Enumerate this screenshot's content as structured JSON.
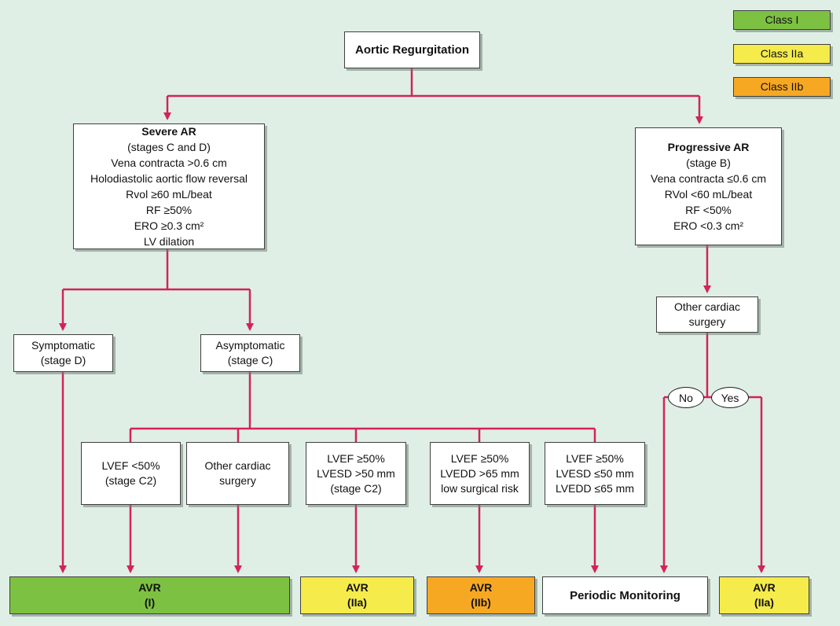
{
  "palette": {
    "background": "#E0EFE6",
    "connector_line": "#D2235A",
    "class_i_green": "#7DC142",
    "class_iia_yellow": "#F5EB4B",
    "class_iib_orange": "#F7A823",
    "box_border": "#3F3F3F"
  },
  "legend": {
    "items": [
      {
        "label": "Class I"
      },
      {
        "label": "Class IIa"
      },
      {
        "label": "Class IIb"
      }
    ]
  },
  "nodes": {
    "root": {
      "label": "Aortic Regurgitation"
    },
    "severe_ar": {
      "title": "Severe AR",
      "lines": [
        "(stages C and D)",
        "Vena contracta >0.6 cm",
        "Holodiastolic aortic flow reversal",
        "Rvol ≥60 mL/beat",
        "RF ≥50%",
        "ERO ≥0.3 cm²",
        "LV dilation"
      ]
    },
    "progressive_ar": {
      "title": "Progressive AR",
      "lines": [
        "(stage B)",
        "Vena contracta ≤0.6 cm",
        "RVol <60 mL/beat",
        "RF <50%",
        "ERO <0.3 cm²"
      ]
    },
    "symptomatic": {
      "lines": [
        "Symptomatic",
        "(stage D)"
      ]
    },
    "asymptomatic": {
      "lines": [
        "Asymptomatic",
        "(stage C)"
      ]
    },
    "other_cardiac_surgery_b": {
      "lines": [
        "Other cardiac",
        "surgery"
      ]
    },
    "lvef_low": {
      "lines": [
        "LVEF <50%",
        "(stage C2)"
      ]
    },
    "other_cardiac_surgery_c": {
      "lines": [
        "Other cardiac",
        "surgery"
      ]
    },
    "lvesd_high": {
      "lines": [
        "LVEF ≥50%",
        "LVESD >50 mm",
        "(stage C2)"
      ]
    },
    "lvedd_high": {
      "lines": [
        "LVEF ≥50%",
        "LVEDD >65 mm",
        "low surgical risk"
      ]
    },
    "normal_dimensions": {
      "lines": [
        "LVEF ≥50%",
        "LVESD ≤50 mm",
        "LVEDD ≤65 mm"
      ]
    }
  },
  "decision": {
    "no": "No",
    "yes": "Yes"
  },
  "outcomes": {
    "avr_i": {
      "lines": [
        "AVR",
        "(I)"
      ]
    },
    "avr_iia_left": {
      "lines": [
        "AVR",
        "(IIa)"
      ]
    },
    "avr_iib": {
      "lines": [
        "AVR",
        "(IIb)"
      ]
    },
    "periodic_monitoring": {
      "label": "Periodic Monitoring"
    },
    "avr_iia_right": {
      "lines": [
        "AVR",
        "(IIa)"
      ]
    }
  }
}
